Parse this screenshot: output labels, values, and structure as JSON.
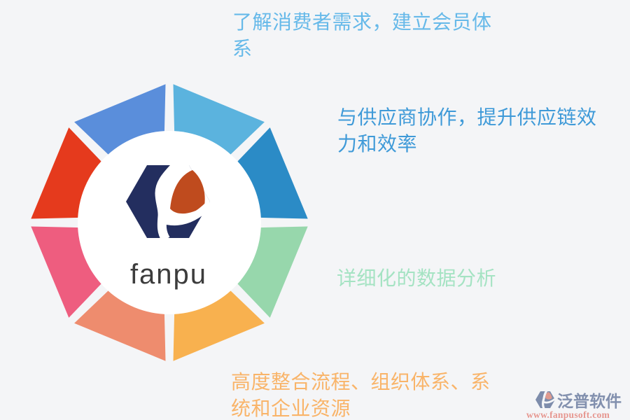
{
  "page": {
    "background": "#f4f5f7"
  },
  "diagram": {
    "label": "octagon-feature-ring",
    "center": {
      "logo_text": "fanpu",
      "logo_text_color": "#3c3c3c",
      "logo_navy": "#232e5f",
      "logo_orange": "#bf4b1e",
      "circle_color": "#ffffff"
    },
    "petals": [
      {
        "position": "top-left",
        "color": "#5a8edb"
      },
      {
        "position": "top-right",
        "color": "#5bb3de"
      },
      {
        "position": "right-upper",
        "color": "#2b8bc6"
      },
      {
        "position": "right-lower",
        "color": "#97d7ac"
      },
      {
        "position": "bottom-right",
        "color": "#f8b14f"
      },
      {
        "position": "bottom-left",
        "color": "#ee8c6e"
      },
      {
        "position": "left-lower",
        "color": "#ee5d7f"
      },
      {
        "position": "left-upper",
        "color": "#e53a1d"
      }
    ]
  },
  "annotations": {
    "consumer": {
      "color": "#66b9e9",
      "lines": [
        "了解消费者需求，建立会员体",
        "系"
      ]
    },
    "supplier": {
      "color": "#3f9ad8",
      "lines": [
        "与供应商协作，提升供应链效",
        "力和效率"
      ]
    },
    "analysis": {
      "color": "#a5e3c3",
      "lines": [
        "详细化的数据分析"
      ]
    },
    "integration": {
      "color": "#f9b469",
      "lines": [
        "高度整合流程、组织体系、系",
        "统和企业资源"
      ]
    }
  },
  "watermark": {
    "brand": "泛普软件",
    "brand_color": "#8290ae",
    "url": "www.fanpusoft.com",
    "url_color": "#e6968f",
    "glyph_gray": "#7d8cab",
    "glyph_accent": "#df9a8f"
  }
}
